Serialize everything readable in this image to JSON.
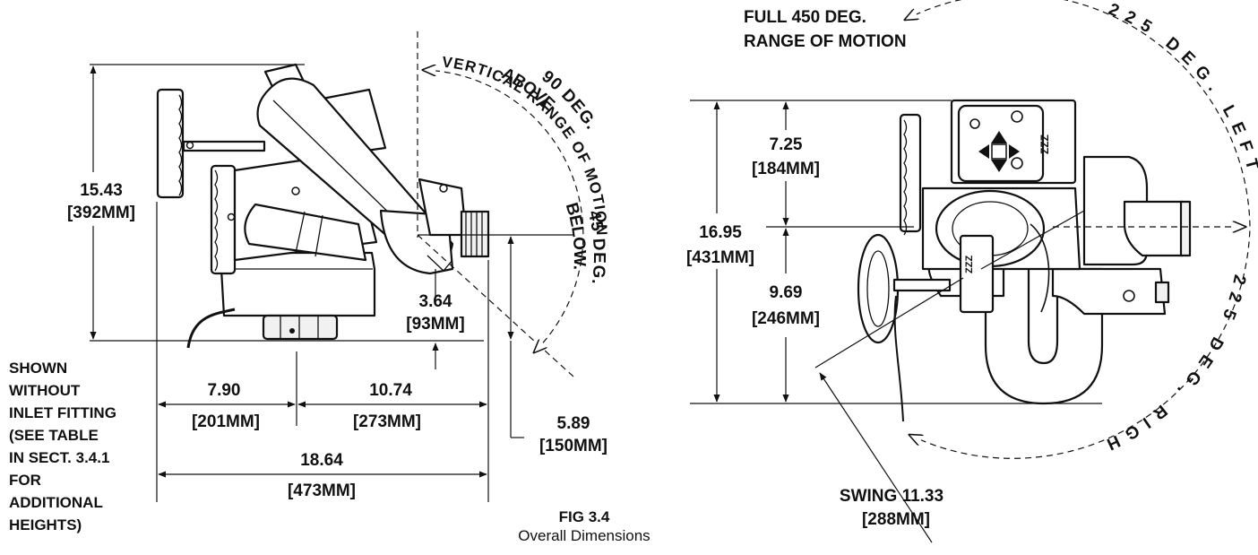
{
  "figure": {
    "number": "FIG 3.4",
    "caption": "Overall Dimensions"
  },
  "side_view": {
    "height": {
      "value": "15.43",
      "metric": "[392MM]"
    },
    "outlet_offset": {
      "value": "3.64",
      "metric": "[93MM]"
    },
    "rear_length": {
      "value": "7.90",
      "metric": "[201MM]"
    },
    "front_length": {
      "value": "10.74",
      "metric": "[273MM]"
    },
    "outlet_height": {
      "value": "5.89",
      "metric": "[150MM]"
    },
    "total_length": {
      "value": "18.64",
      "metric": "[473MM]"
    },
    "vertical_range": {
      "above": "90 DEG.",
      "above_word": "ABOVE",
      "range_label": "VERTICAL RANGE OF MOTION",
      "below": "45 DEG.",
      "below_word": "BELOW."
    },
    "note_lines": [
      "SHOWN",
      "WITHOUT",
      "INLET FITTING",
      "(SEE TABLE",
      "IN SECT. 3.4.1",
      "FOR",
      "ADDITIONAL",
      "HEIGHTS)"
    ]
  },
  "rear_view": {
    "upper_height": {
      "value": "7.25",
      "metric": "[184MM]"
    },
    "total_height": {
      "value": "16.95",
      "metric": "[431MM]"
    },
    "lower_height": {
      "value": "9.69",
      "metric": "[246MM]"
    },
    "swing": {
      "value": "SWING 11.33",
      "metric": "[288MM]"
    },
    "horizontal_range": {
      "full_range_line1": "FULL 450 DEG.",
      "full_range_line2": "RANGE OF MOTION",
      "left": "225 DEG. LEFT",
      "right": "225 DEG. RIGHT"
    },
    "badge_text": "ZZZ"
  }
}
